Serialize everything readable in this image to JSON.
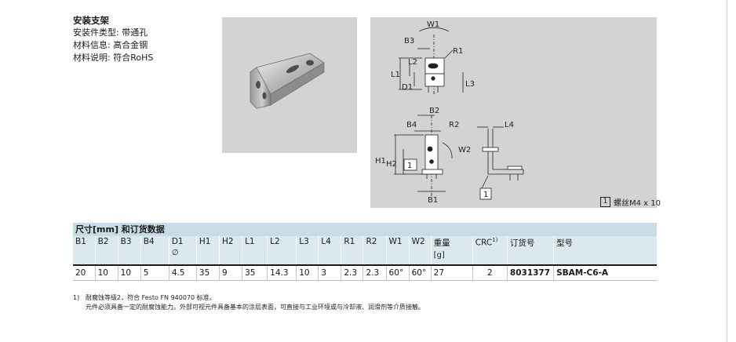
{
  "info": {
    "title": "安装支架",
    "lines": [
      "安装件类型: 带通孔",
      "材料信息: 高合金钢",
      "材料说明: 符合RoHS"
    ]
  },
  "drawing": {
    "labels": {
      "w1": "W1",
      "b3": "B3",
      "r1": "R1",
      "l1": "L1",
      "l2": "L2",
      "l3": "L3",
      "d1": "D1",
      "b2": "B2",
      "b4": "B4",
      "r2": "R2",
      "w2": "W2",
      "h1": "H1",
      "h2": "H2",
      "b1": "B1",
      "l4": "L4",
      "callout": "1"
    },
    "legend": {
      "num": "1",
      "text": "螺丝M4 x 10"
    }
  },
  "table": {
    "title": "尺寸[mm] 和订货数据",
    "headers": [
      "B1",
      "B2",
      "B3",
      "B4",
      "D1",
      "H1",
      "H2",
      "L1",
      "L2",
      "L3",
      "L4",
      "R1",
      "R2",
      "W1",
      "W2",
      "重量",
      "CRC",
      "订货号",
      "型号"
    ],
    "header_subs": {
      "d1": "∅",
      "weight": "[g]",
      "crc_sup": "1)"
    },
    "row": [
      "20",
      "10",
      "10",
      "5",
      "4.5",
      "35",
      "9",
      "35",
      "14.3",
      "10",
      "3",
      "2.3",
      "2.3",
      "60°",
      "60°",
      "27",
      "2",
      "8031377",
      "SBAM-C6-A"
    ]
  },
  "footnote": {
    "num": "1)",
    "line1": "耐腐蚀等级2，符合 Festo FN 940070 标准。",
    "line2": "元件必须具备一定的耐腐蚀能力。外部可视元件具备基本的涂层表面，可直接与工业环境或与冷却液、润滑剂等介质接触。"
  }
}
